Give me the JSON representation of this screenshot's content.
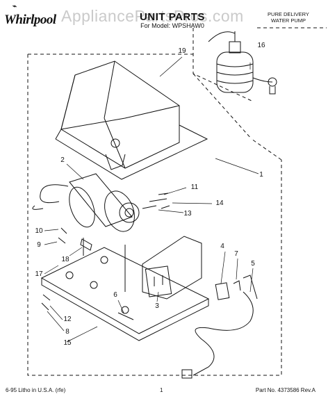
{
  "brand": "Whirlpool",
  "title": "UNIT PARTS",
  "subtitle": "For Model: WPSHAW0",
  "watermark": "AppliancePartsPros.com",
  "inset_label_line1": "PURE DELIVERY",
  "inset_label_line2": "WATER PUMP",
  "callouts": [
    "19",
    "16",
    "1",
    "2",
    "11",
    "14",
    "13",
    "10",
    "9",
    "18",
    "17",
    "4",
    "7",
    "5",
    "6",
    "3",
    "12",
    "8",
    "15"
  ],
  "footer": {
    "left": "6-95  Litho in U.S.A. (rfe)",
    "center": "1",
    "right": "Part No. 4373586 Rev.A"
  }
}
